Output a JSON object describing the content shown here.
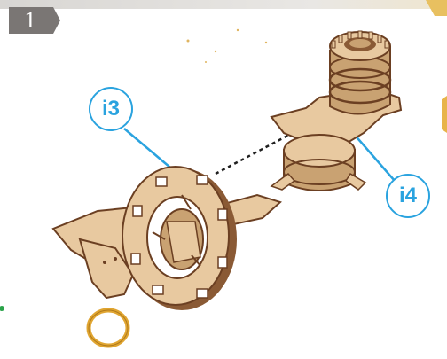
{
  "step": {
    "number": "1"
  },
  "callouts": [
    {
      "label": "i3"
    },
    {
      "label": "i4"
    }
  ],
  "colors": {
    "accent": "#2aa3df",
    "wood_light": "#e8c9a0",
    "wood_dark": "#6b3f22",
    "badge": "#7a7674",
    "ring": "#e0a531"
  }
}
